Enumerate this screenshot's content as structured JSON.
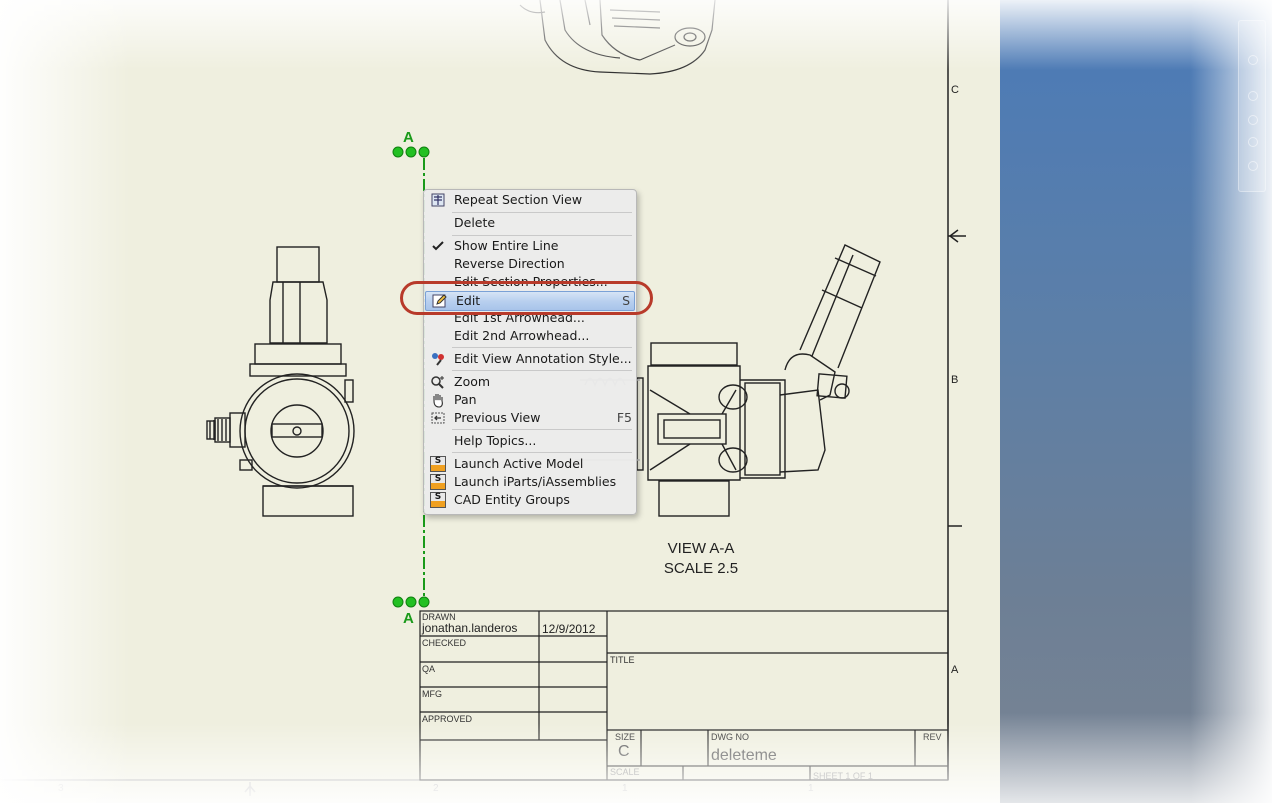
{
  "section_label_top": "A",
  "section_label_bottom": "A",
  "view_label": {
    "title": "VIEW A-A",
    "scale": "SCALE 2.5"
  },
  "border_zones": {
    "right": [
      "C",
      "B",
      "A"
    ],
    "bottom": [
      "3",
      "2",
      "1",
      "1"
    ]
  },
  "context_menu": {
    "items": [
      {
        "label": "Repeat Section View",
        "icon": "repeat-section-icon"
      },
      {
        "label": "Delete"
      },
      {
        "label": "Show Entire Line",
        "checked": true,
        "icon": "checkmark-icon"
      },
      {
        "label": "Reverse Direction"
      },
      {
        "label": "Edit Section Properties..."
      },
      {
        "label": "Edit",
        "shortcut": "S",
        "icon": "edit-pencil-icon",
        "highlighted": true
      },
      {
        "label": "Edit 1st Arrowhead..."
      },
      {
        "label": "Edit 2nd Arrowhead..."
      },
      {
        "label": "Edit View Annotation Style...",
        "icon": "annotation-style-icon"
      },
      {
        "label": "Zoom",
        "icon": "zoom-icon"
      },
      {
        "label": "Pan",
        "icon": "pan-hand-icon"
      },
      {
        "label": "Previous View",
        "shortcut": "F5",
        "icon": "previous-view-icon"
      },
      {
        "label": "Help Topics..."
      },
      {
        "label": "Launch Active Model",
        "icon": "s-cfd-icon"
      },
      {
        "label": "Launch iParts/iAssemblies",
        "icon": "s-cfd-icon"
      },
      {
        "label": "CAD Entity Groups",
        "icon": "s-cfd-icon"
      }
    ]
  },
  "title_block": {
    "drawn_label": "DRAWN",
    "drawn_by": "jonathan.landeros",
    "drawn_date": "12/9/2012",
    "checked_label": "CHECKED",
    "qa_label": "QA",
    "mfg_label": "MFG",
    "approved_label": "APPROVED",
    "title_label": "TITLE",
    "size_label": "SIZE",
    "size_value": "C",
    "dwg_no_label": "DWG NO",
    "dwg_no_value": "deleteme",
    "rev_label": "REV",
    "scale_label": "SCALE",
    "sheet_label": "SHEET 1  OF 1"
  },
  "colors": {
    "sheet": "#efefdf",
    "section_line": "#1a9a1a",
    "highlight_ring": "#b83a2a",
    "menu_highlight": "#b9d0ef"
  }
}
